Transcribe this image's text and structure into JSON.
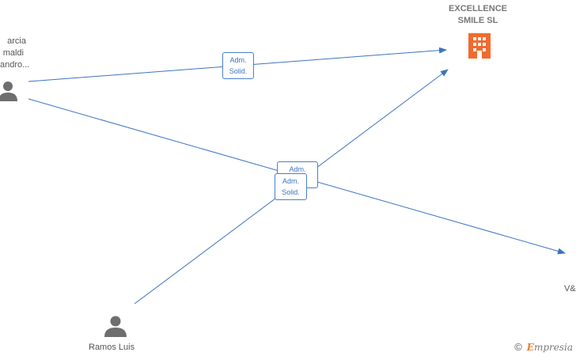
{
  "nodes": {
    "person_top": {
      "lines": [
        "arcia",
        "maldi",
        "andro..."
      ],
      "icon": "person-icon",
      "color": "#6e6e6e"
    },
    "person_bottom": {
      "label": "Ramos Luis",
      "icon": "person-icon",
      "color": "#6e6e6e"
    },
    "company_top": {
      "lines": [
        "EXCELLENCE",
        "SMILE  SL"
      ],
      "icon": "building-icon",
      "color": "#f26a2e"
    },
    "company_right": {
      "label": "V&"
    }
  },
  "relations": [
    {
      "from": "person_top",
      "to": "company_top",
      "lines": [
        "Adm.",
        "Solid."
      ]
    },
    {
      "from": "person_top",
      "to": "company_right",
      "lines": [
        "Adm.",
        "Solid."
      ]
    },
    {
      "from": "person_bottom",
      "to": "company_top",
      "lines": [
        "Adm.",
        "Solid."
      ]
    }
  ],
  "edge_color": "#3d73c2",
  "watermark": {
    "symbol": "©",
    "brand_initial": "E",
    "brand_rest": "mpresia"
  }
}
